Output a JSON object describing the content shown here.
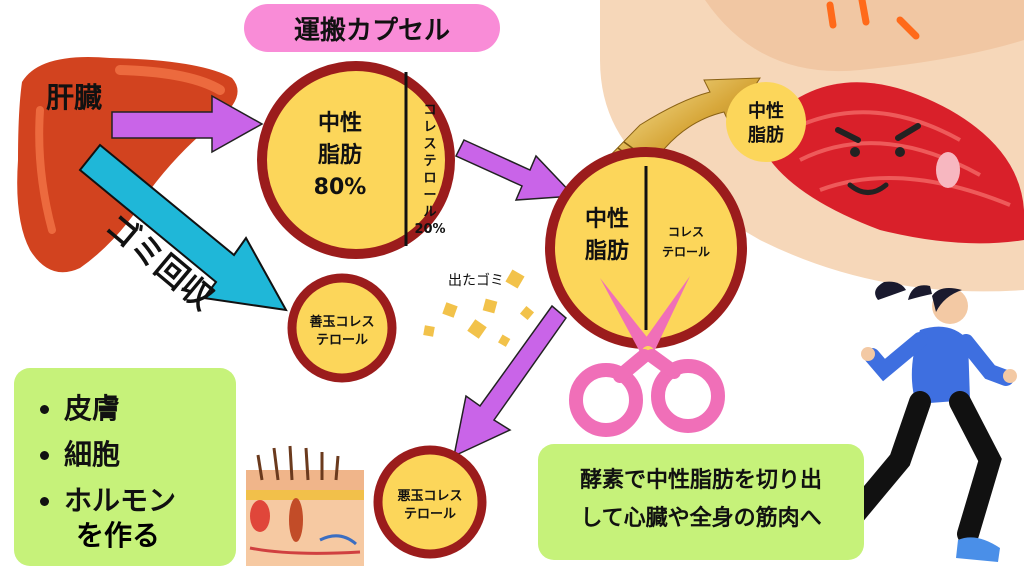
{
  "title": "運搬カプセル",
  "liver_label": "肝臓",
  "garbage_collect_label": "ゴミ回収",
  "capsule_main": {
    "tg_line1": "中性",
    "tg_line2": "脂肪",
    "tg_percent": "80%",
    "chol_chars": [
      "コ",
      "レ",
      "ス",
      "テ",
      "ロ",
      "ー",
      "ル"
    ],
    "chol_percent": "20%"
  },
  "capsule_second": {
    "tg_line1": "中性",
    "tg_line2": "脂肪",
    "chol_line1": "コレス",
    "chol_line2": "テロール"
  },
  "good_chol": {
    "line1": "善玉コレス",
    "line2": "テロール"
  },
  "bad_chol": {
    "line1": "悪玉コレス",
    "line2": "テロール"
  },
  "muscle_tg": {
    "line1": "中性",
    "line2": "脂肪"
  },
  "waste_label": "出たゴミ",
  "uses": {
    "items": [
      "皮膚",
      "細胞",
      "ホルモン"
    ],
    "continuation": "を作る"
  },
  "enzyme_text": {
    "line1": "酵素で中性脂肪を切り出",
    "line2": "して心臓や全身の筋肉へ"
  },
  "colors": {
    "capsule_fill": "#fcd65a",
    "capsule_ring": "#9b1c1c",
    "arrow_purple": "#c964e8",
    "arrow_cyan": "#1fb7d8",
    "pill_pink": "#f98cd7",
    "box_green": "#c6f27a",
    "liver": "#d2431f",
    "muscle": "#d9202a",
    "scissors": "#f06fb8"
  }
}
